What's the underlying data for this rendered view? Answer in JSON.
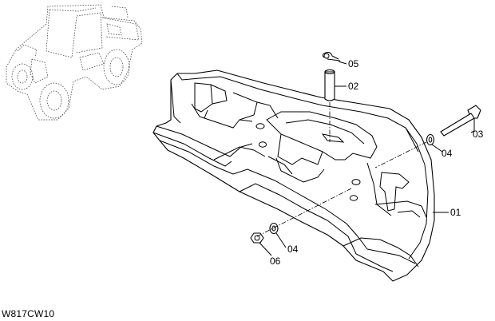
{
  "diagram": {
    "figure_code": "W817CW10",
    "callouts": [
      {
        "id": "01",
        "text": "01"
      },
      {
        "id": "02",
        "text": "02"
      },
      {
        "id": "03",
        "text": "03"
      },
      {
        "id": "04a",
        "text": "04"
      },
      {
        "id": "04b",
        "text": "04"
      },
      {
        "id": "05",
        "text": "05"
      },
      {
        "id": "06",
        "text": "06"
      }
    ]
  }
}
